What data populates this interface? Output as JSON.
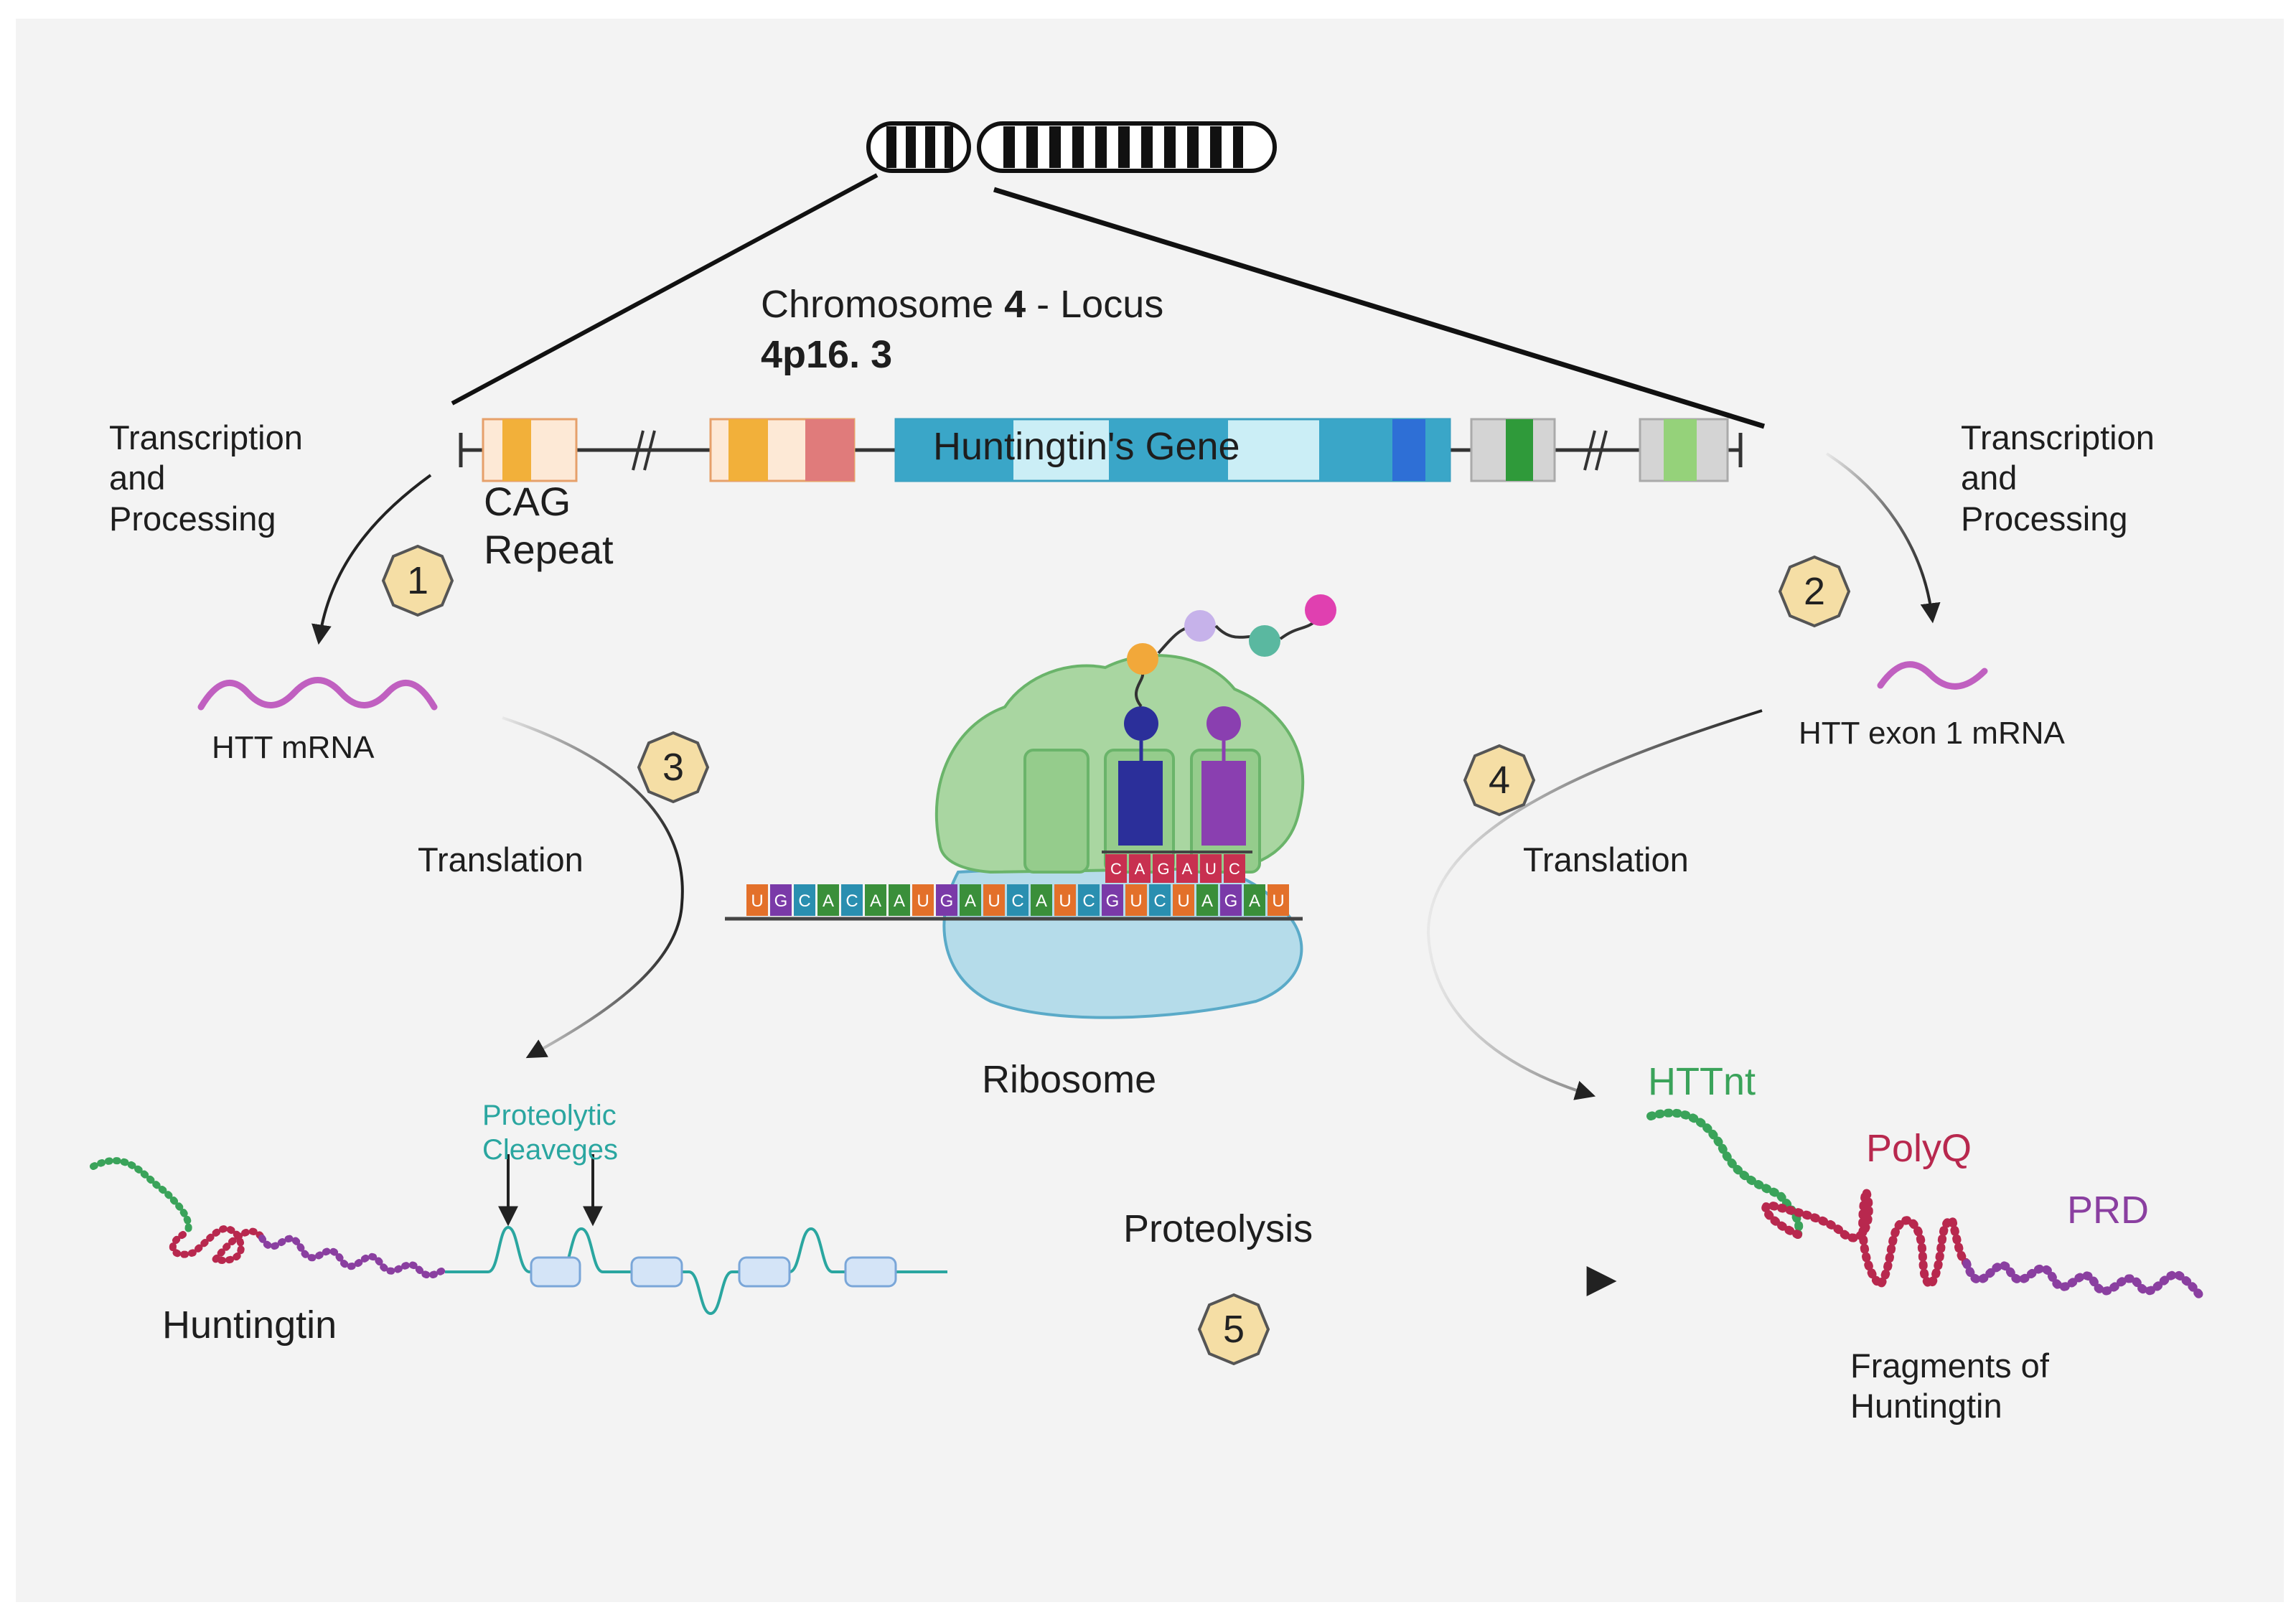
{
  "title": {
    "prefix": "Chromosome ",
    "number": "4",
    "suffix": " - Locus",
    "band": "4p16. 3"
  },
  "gene": {
    "name": "Huntingtin's Gene",
    "cag_label": "CAG\nRepeat"
  },
  "left_path": {
    "process_label": "Transcription\nand\nProcessing",
    "mrna_label": "HTT mRNA",
    "translation_label": "Translation",
    "cleavage_label": "Proteolytic\nCleaveges",
    "protein_label": "Huntingtin"
  },
  "right_path": {
    "process_label": "Transcription\nand\nProcessing",
    "mrna_label": "HTT exon 1 mRNA",
    "translation_label": "Translation",
    "fragments_label": "Fragments of\nHuntingtin",
    "domains": {
      "httnt": "HTTnt",
      "polyq": "PolyQ",
      "prd": "PRD"
    }
  },
  "center": {
    "ribosome_label": "Ribosome",
    "mrna_sequence": [
      "U",
      "G",
      "C",
      "A",
      "C",
      "A",
      "A",
      "U",
      "G",
      "A",
      "U",
      "C",
      "A",
      "U",
      "C",
      "G",
      "U",
      "C",
      "U",
      "A",
      "G",
      "A",
      "U"
    ],
    "trna_anticodon": [
      "C",
      "A",
      "G",
      "A",
      "U",
      "C"
    ]
  },
  "proteolysis_label": "Proteolysis",
  "steps": [
    "1",
    "2",
    "3",
    "4",
    "5"
  ],
  "colors": {
    "background": "#f3f3f3",
    "step_badge": "#f5dea5",
    "ribosome_large": "#a9d6a1",
    "ribosome_small": "#b5dcea",
    "mrna_wave": "#c060c0",
    "httnt": "#3aa35a",
    "polyq": "#b8284e",
    "prd": "#8a3fa0",
    "cleavage_text": "#2aa6a0"
  }
}
